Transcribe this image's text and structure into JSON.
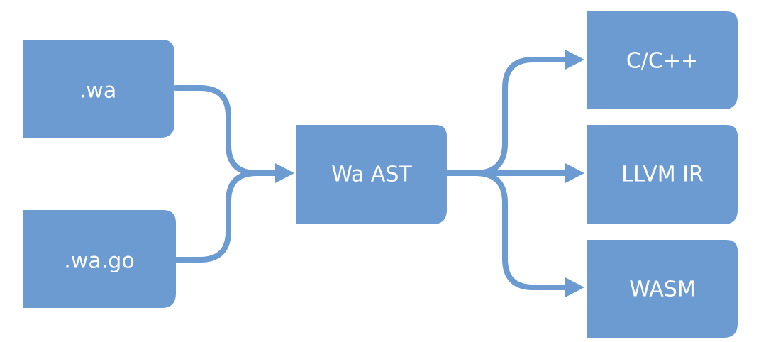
{
  "nodes": {
    "wa": ".wa",
    "wago": ".wa.go",
    "ast": "Wa AST",
    "cpp": "C/C++",
    "llvm": "LLVM IR",
    "wasm": "WASM"
  },
  "colors": {
    "box": "#6b9bd1",
    "text": "#ffffff",
    "background": "#ffffff"
  }
}
